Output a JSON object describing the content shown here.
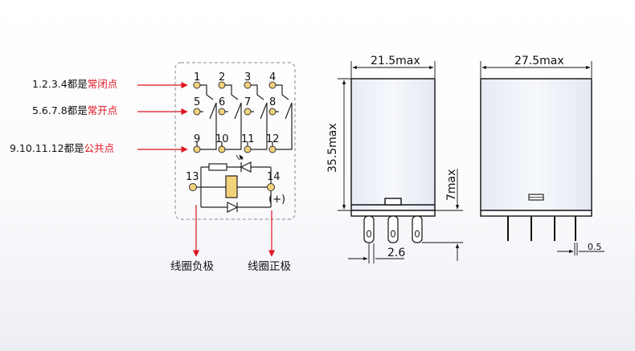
{
  "legend": {
    "row1": {
      "prefix": "1.2.3.4都是",
      "highlight": "常闭点"
    },
    "row2": {
      "prefix": "5.6.7.8都是",
      "highlight": "常开点"
    },
    "row3": {
      "prefix": "9.10.11.12都是",
      "highlight": "公共点"
    }
  },
  "pins": {
    "p1": "1",
    "p2": "2",
    "p3": "3",
    "p4": "4",
    "p5": "5",
    "p6": "6",
    "p7": "7",
    "p8": "8",
    "p9": "9",
    "p10": "10",
    "p11": "11",
    "p12": "12",
    "p13": "13",
    "p14": "14",
    "plus": "(+)"
  },
  "coil_labels": {
    "negative": "线圈负极",
    "positive": "线圈正极"
  },
  "dimensions": {
    "width_front": "21.5max",
    "height": "35.5max",
    "pin_spacing": "2.6",
    "width_side": "27.5max",
    "pin_length": "7max",
    "pin_thickness": "0.5"
  },
  "colors": {
    "highlight": "#e0141e",
    "body_fill": "#edf1f8",
    "pin_pad": "#f2d27a"
  }
}
